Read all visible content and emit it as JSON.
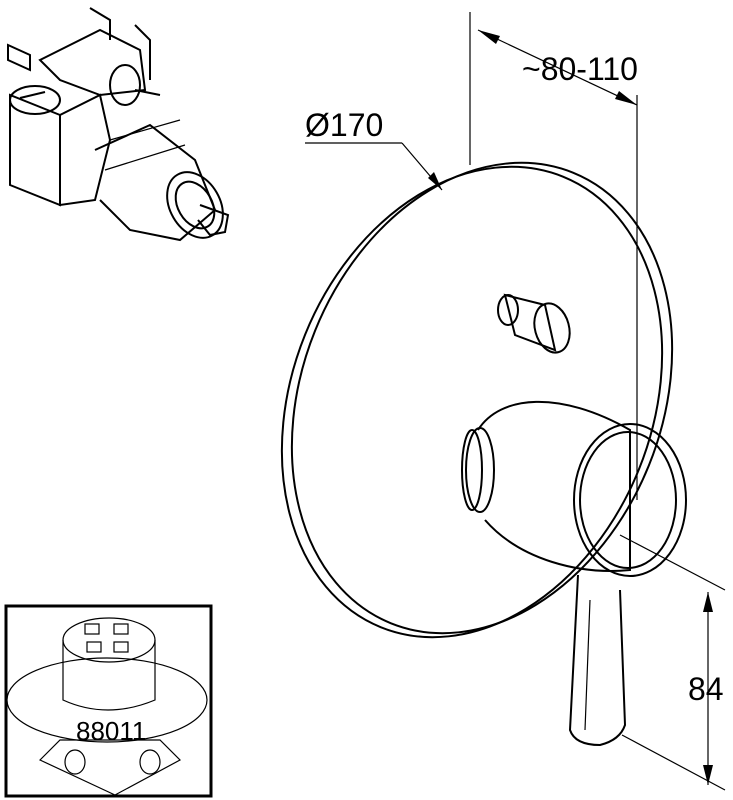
{
  "dimensions": {
    "diameter": "Ø170",
    "projection": "~80-110",
    "lever_height": "84"
  },
  "inset": {
    "part_number": "88011"
  }
}
